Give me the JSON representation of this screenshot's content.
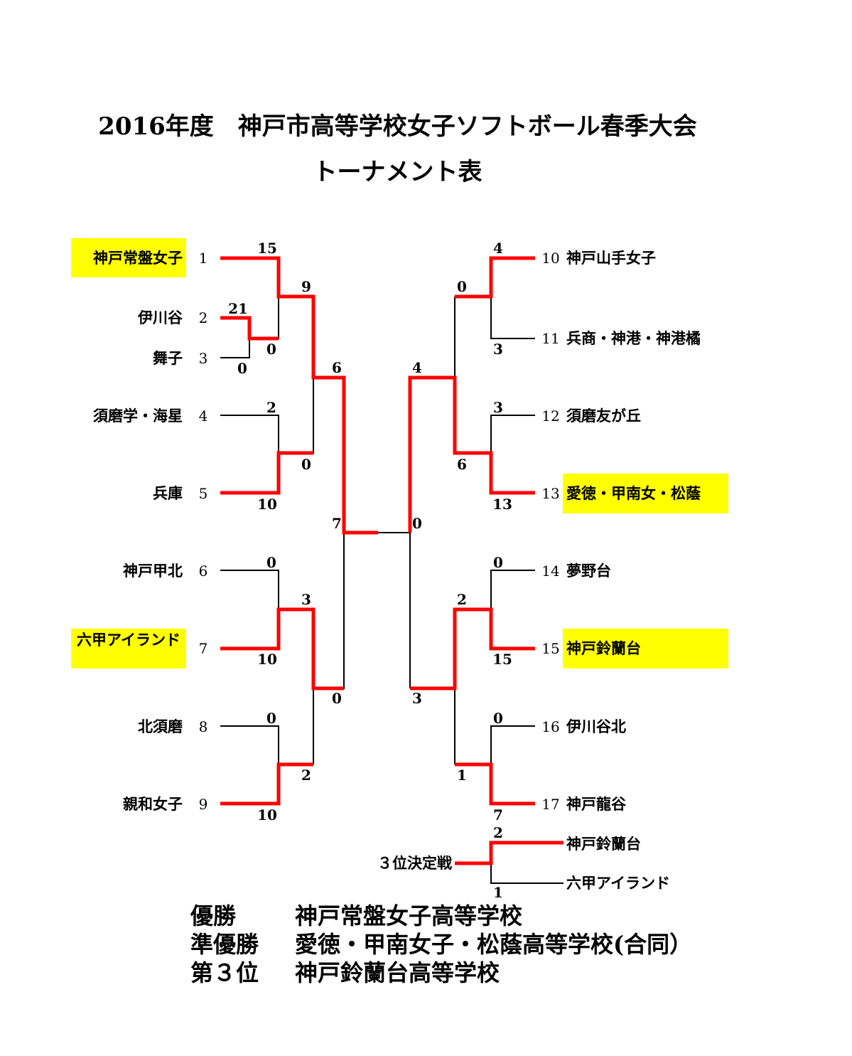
{
  "title_line1": "2016年度　神戸市高等学校女子ソフトボール春季大会",
  "title_line2": "トーナメント表",
  "teams_left": [
    {
      "seed": "1",
      "name": "神戸常盤女子",
      "highlight": true
    },
    {
      "seed": "2",
      "name": "伊川谷"
    },
    {
      "seed": "3",
      "name": "舞子"
    },
    {
      "seed": "4",
      "name": "須磨学・海星"
    },
    {
      "seed": "5",
      "name": "兵庫"
    },
    {
      "seed": "6",
      "name": "神戸甲北"
    },
    {
      "seed": "7",
      "name": "六甲アイランド",
      "highlight": true
    },
    {
      "seed": "8",
      "name": "北須磨"
    },
    {
      "seed": "9",
      "name": "親和女子"
    }
  ],
  "teams_right": [
    {
      "seed": "10",
      "name": "神戸山手女子"
    },
    {
      "seed": "11",
      "name": "兵商・神港・神港橘"
    },
    {
      "seed": "12",
      "name": "須磨友が丘"
    },
    {
      "seed": "13",
      "name": "愛徳・甲南女・松蔭",
      "highlight": true
    },
    {
      "seed": "14",
      "name": "夢野台"
    },
    {
      "seed": "15",
      "name": "神戸鈴蘭台",
      "highlight": true
    },
    {
      "seed": "16",
      "name": "伊川谷北"
    },
    {
      "seed": "17",
      "name": "神戸龍谷"
    }
  ],
  "third_place": {
    "label": "３位決定戦",
    "team_top": "神戸鈴蘭台",
    "team_bottom": "六甲アイランド",
    "score_top": "2",
    "score_bottom": "1"
  },
  "scores": [
    "15",
    "21",
    "0",
    "0",
    "9",
    "2",
    "0",
    "10",
    "6",
    "0",
    "3",
    "10",
    "0",
    "2",
    "10",
    "0",
    "7",
    "4",
    "0",
    "3",
    "4",
    "3",
    "6",
    "13",
    "0",
    "2",
    "15",
    "0",
    "1",
    "7",
    "0",
    "3"
  ],
  "results": [
    {
      "label": "優勝",
      "school": "神戸常盤女子高等学校"
    },
    {
      "label": "準優勝",
      "school": "愛徳・甲南女子・松蔭高等学校(合同）"
    },
    {
      "label": "第３位",
      "school": "神戸鈴蘭台高等学校"
    }
  ],
  "colors": {
    "winner_line": "#ff0000",
    "highlight": "#ffff00",
    "line": "#000000"
  }
}
